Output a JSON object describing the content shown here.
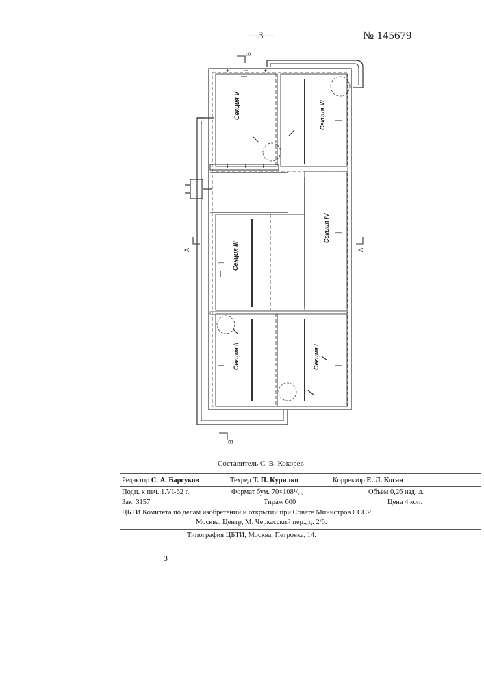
{
  "header": {
    "page_number": "—3—",
    "patent_number": "№ 145679"
  },
  "drawing": {
    "sections": {
      "s5": "Секция V",
      "s6": "Секция VI",
      "s4": "Секция IV",
      "s3": "Секция III",
      "s2": "Секция II",
      "s1": "Секция I"
    },
    "cut_a": "А",
    "cut_b": "В",
    "plus": "+",
    "minus": "—"
  },
  "imprint": {
    "compiler": "Составитель С. В. Кокорев",
    "editor_label": "Редактор",
    "editor_name": "С. А. Барсуков",
    "techred_label": "Техред",
    "techred_name": "Т. П. Курилко",
    "corrector_label": "Корректор",
    "corrector_name": "Е. Л. Коган",
    "signed": "Подп. к печ. 1.VI-62 г.",
    "format": "Формат бум. 70×108¹/₁₆",
    "volume": "Объем 0,26 изд. л.",
    "order": "Зак. 3157",
    "print_run": "Тираж 600",
    "price": "Цена 4 коп.",
    "committee": "ЦБТИ Комитета по делам изобретений и открытий при Совете Министров СССР",
    "address": "Москва, Центр, М. Черкасский пер., д. 2/6.",
    "printer": "Типография ЦБТИ, Москва, Петровка, 14."
  },
  "footer": {
    "page_mark": "3"
  }
}
